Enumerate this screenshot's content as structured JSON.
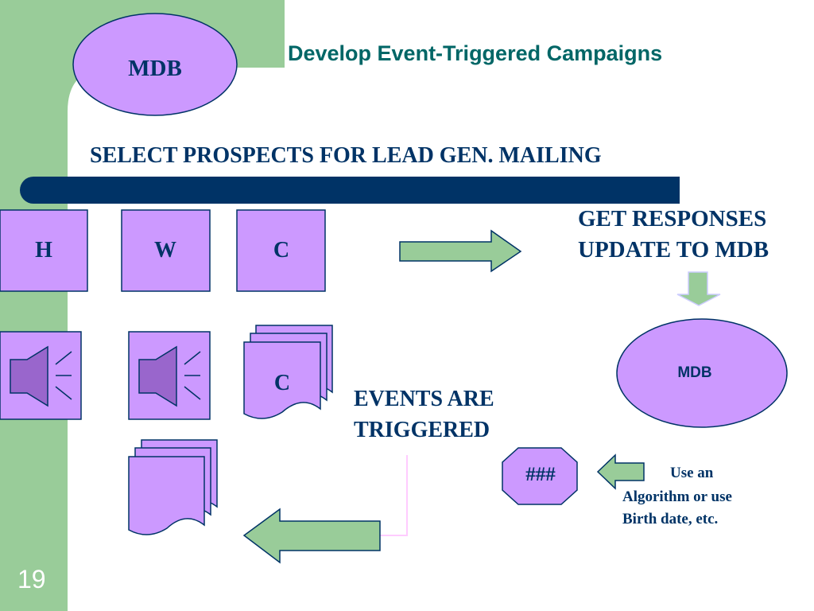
{
  "slide": {
    "title": "Develop Event-Triggered Campaigns",
    "subtitle": "SELECT PROSPECTS FOR LEAD GEN. MAILING",
    "page_number": "19"
  },
  "diagram": {
    "mdb_top_label": "MDB",
    "boxes": [
      "H",
      "W",
      "C"
    ],
    "doc_stack_label": "C",
    "responses_line1": "GET RESPONSES",
    "responses_line2": "UPDATE TO MDB",
    "mdb_right_label": "MDB",
    "events_line1": "EVENTS  ARE",
    "events_line2": "TRIGGERED",
    "octagon_label": "###",
    "note_line1": "Use an",
    "note_line2": "Algorithm or use",
    "note_line3": "Birth date, etc."
  },
  "colors": {
    "sidebar_green": "#99cc99",
    "arrow_green": "#99cc99",
    "shape_purple": "#cc99ff",
    "speaker_fill": "#9966cc",
    "navy_bar": "#003366",
    "title_teal": "#006666",
    "text_navy": "#003366",
    "connector_pink": "#ffccff"
  }
}
